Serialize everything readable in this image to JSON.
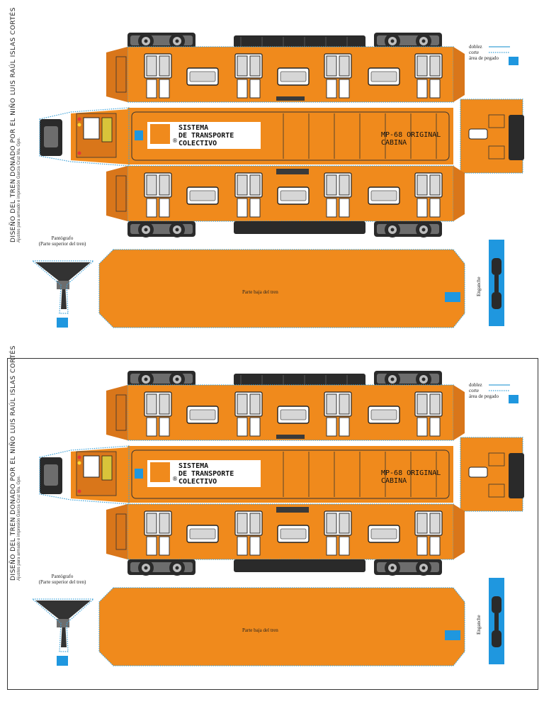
{
  "credits": {
    "line1": "Diseño del tren donado por el niño Luis Raúl Islas Cortés",
    "line2": "Ajustes para armado e impresión García Cruz Ma. Gpe."
  },
  "legend": {
    "fold": "doblez",
    "cut": "corte",
    "glue": "área de pegado"
  },
  "logo": {
    "line1": "SISTEMA",
    "line2": "DE TRANSPORTE",
    "line3": "COLECTIVO",
    "registered": "®"
  },
  "model": {
    "line1": "MP-68 ORIGINAL",
    "line2": "CABINA"
  },
  "pantograph": {
    "title": "Pantógrafo",
    "subtitle": "(Parte superior del tren)"
  },
  "bottom_part": "Parte baja del tren",
  "coupler": "Enganche",
  "colors": {
    "orange": "#f08a1c",
    "orange_dark": "#d9761a",
    "cut_line": "#3fa2d8",
    "glue": "#1f97df",
    "black": "#1e1e1e"
  }
}
